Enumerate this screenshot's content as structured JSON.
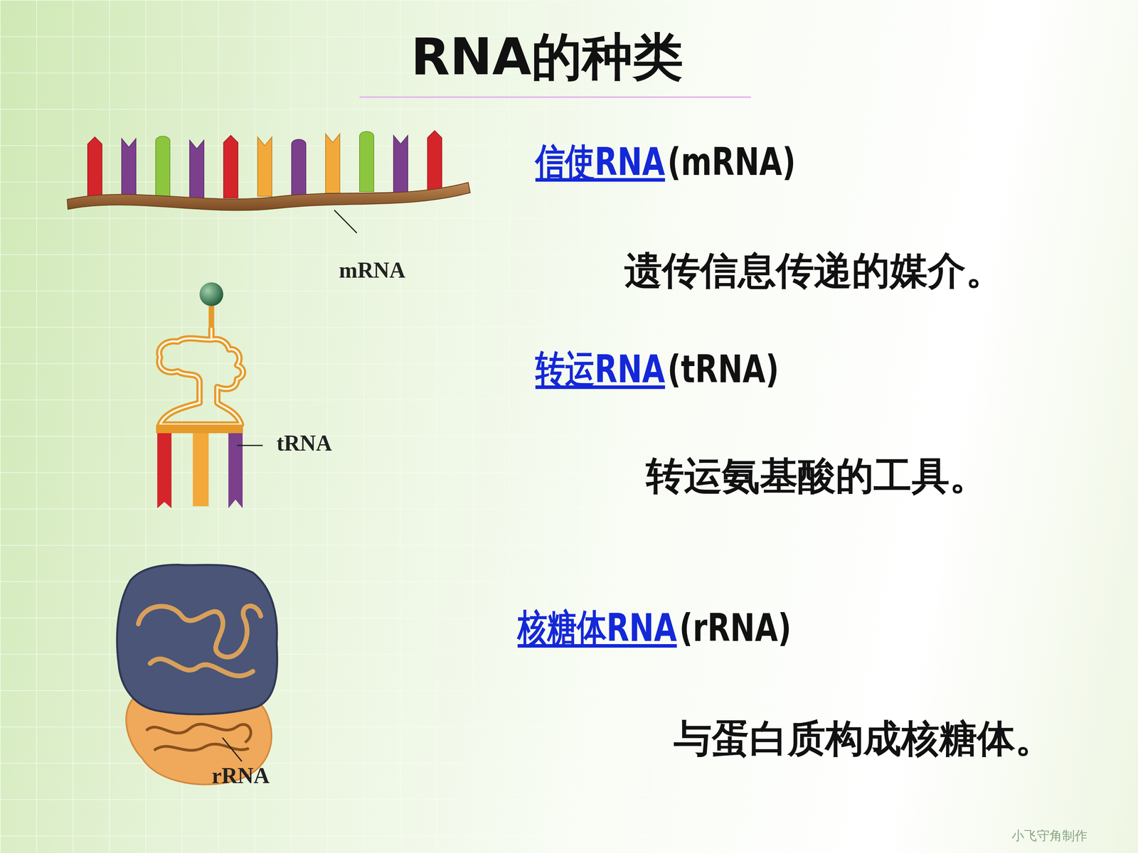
{
  "diagram": {
    "title": "RNA的种类",
    "labels": [
      "mRNA",
      "tRNA",
      "rRNA",
      "信使RNA",
      "(mRNA)",
      "遗传信息传递的媒介。",
      "转运RNA",
      "(tRNA)",
      "转运氨基酸的工具。",
      "核糖体RNA",
      "(rRNA)",
      "与蛋白质构成核糖体。",
      "小飞守角制作"
    ]
  }
}
